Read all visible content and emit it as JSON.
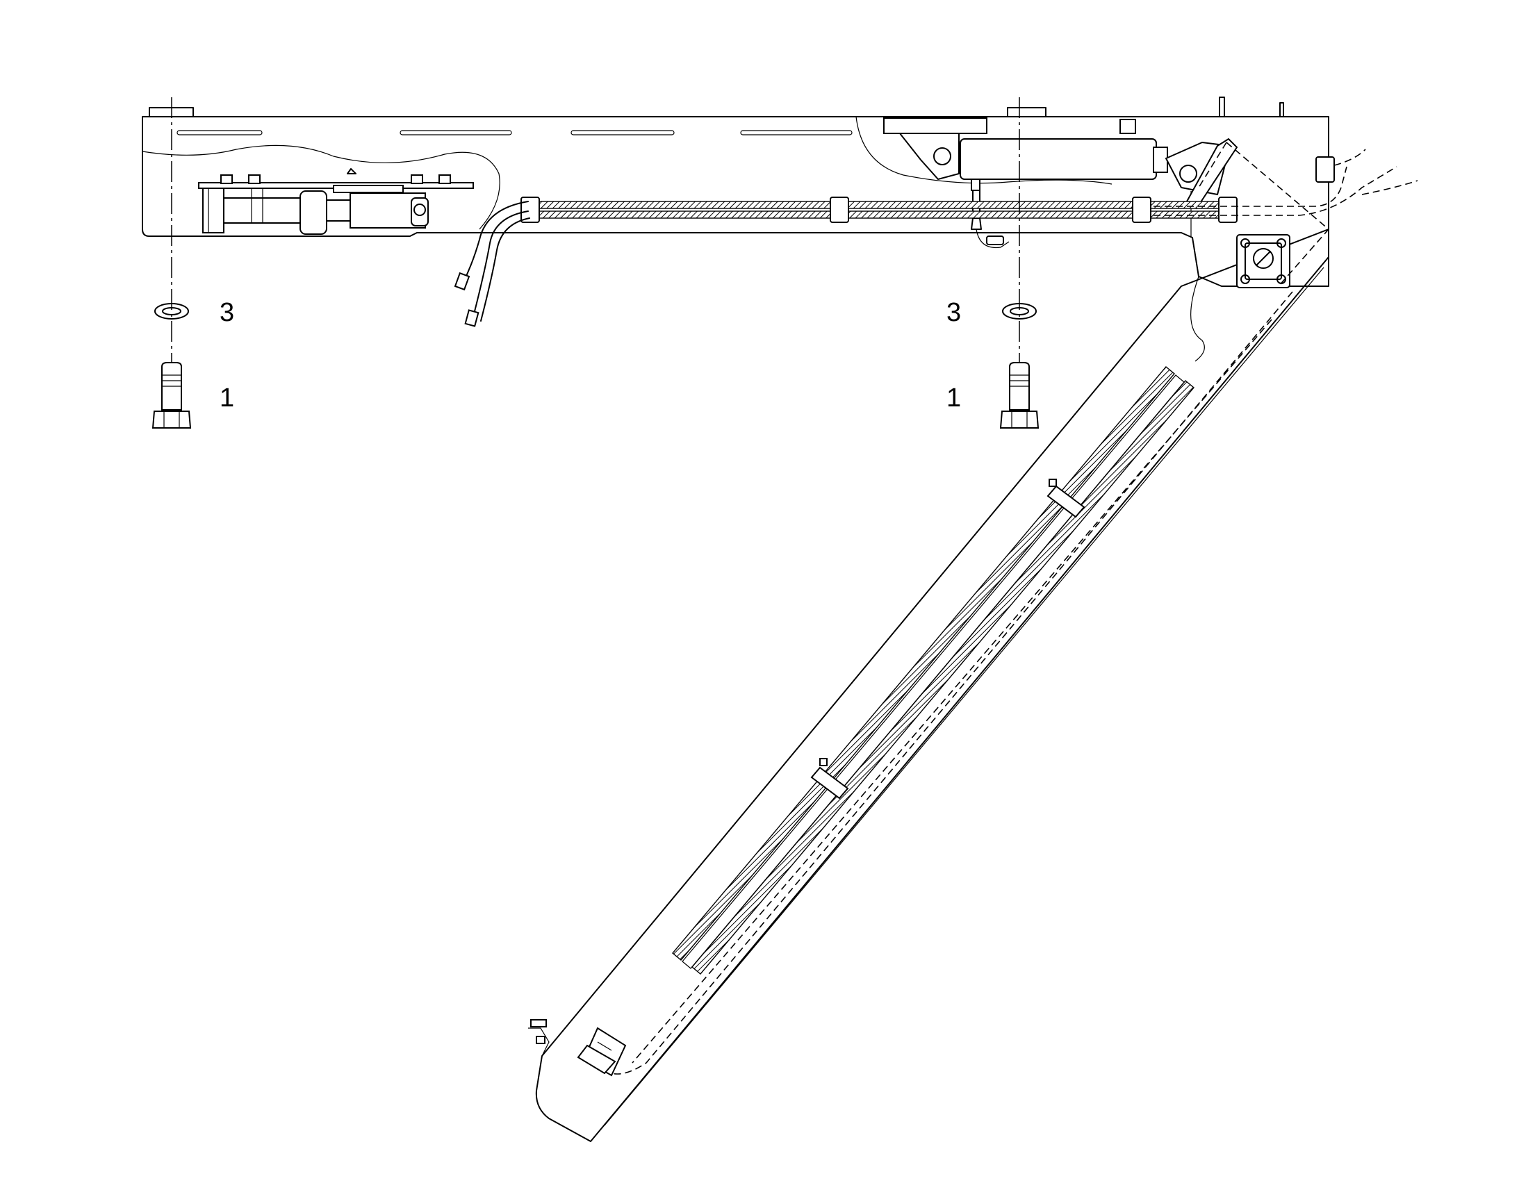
{
  "callouts": {
    "left_washer": "3",
    "left_bolt": "1",
    "right_washer": "3",
    "right_bolt": "1"
  },
  "colors": {
    "line": "#000000",
    "background": "#ffffff"
  }
}
